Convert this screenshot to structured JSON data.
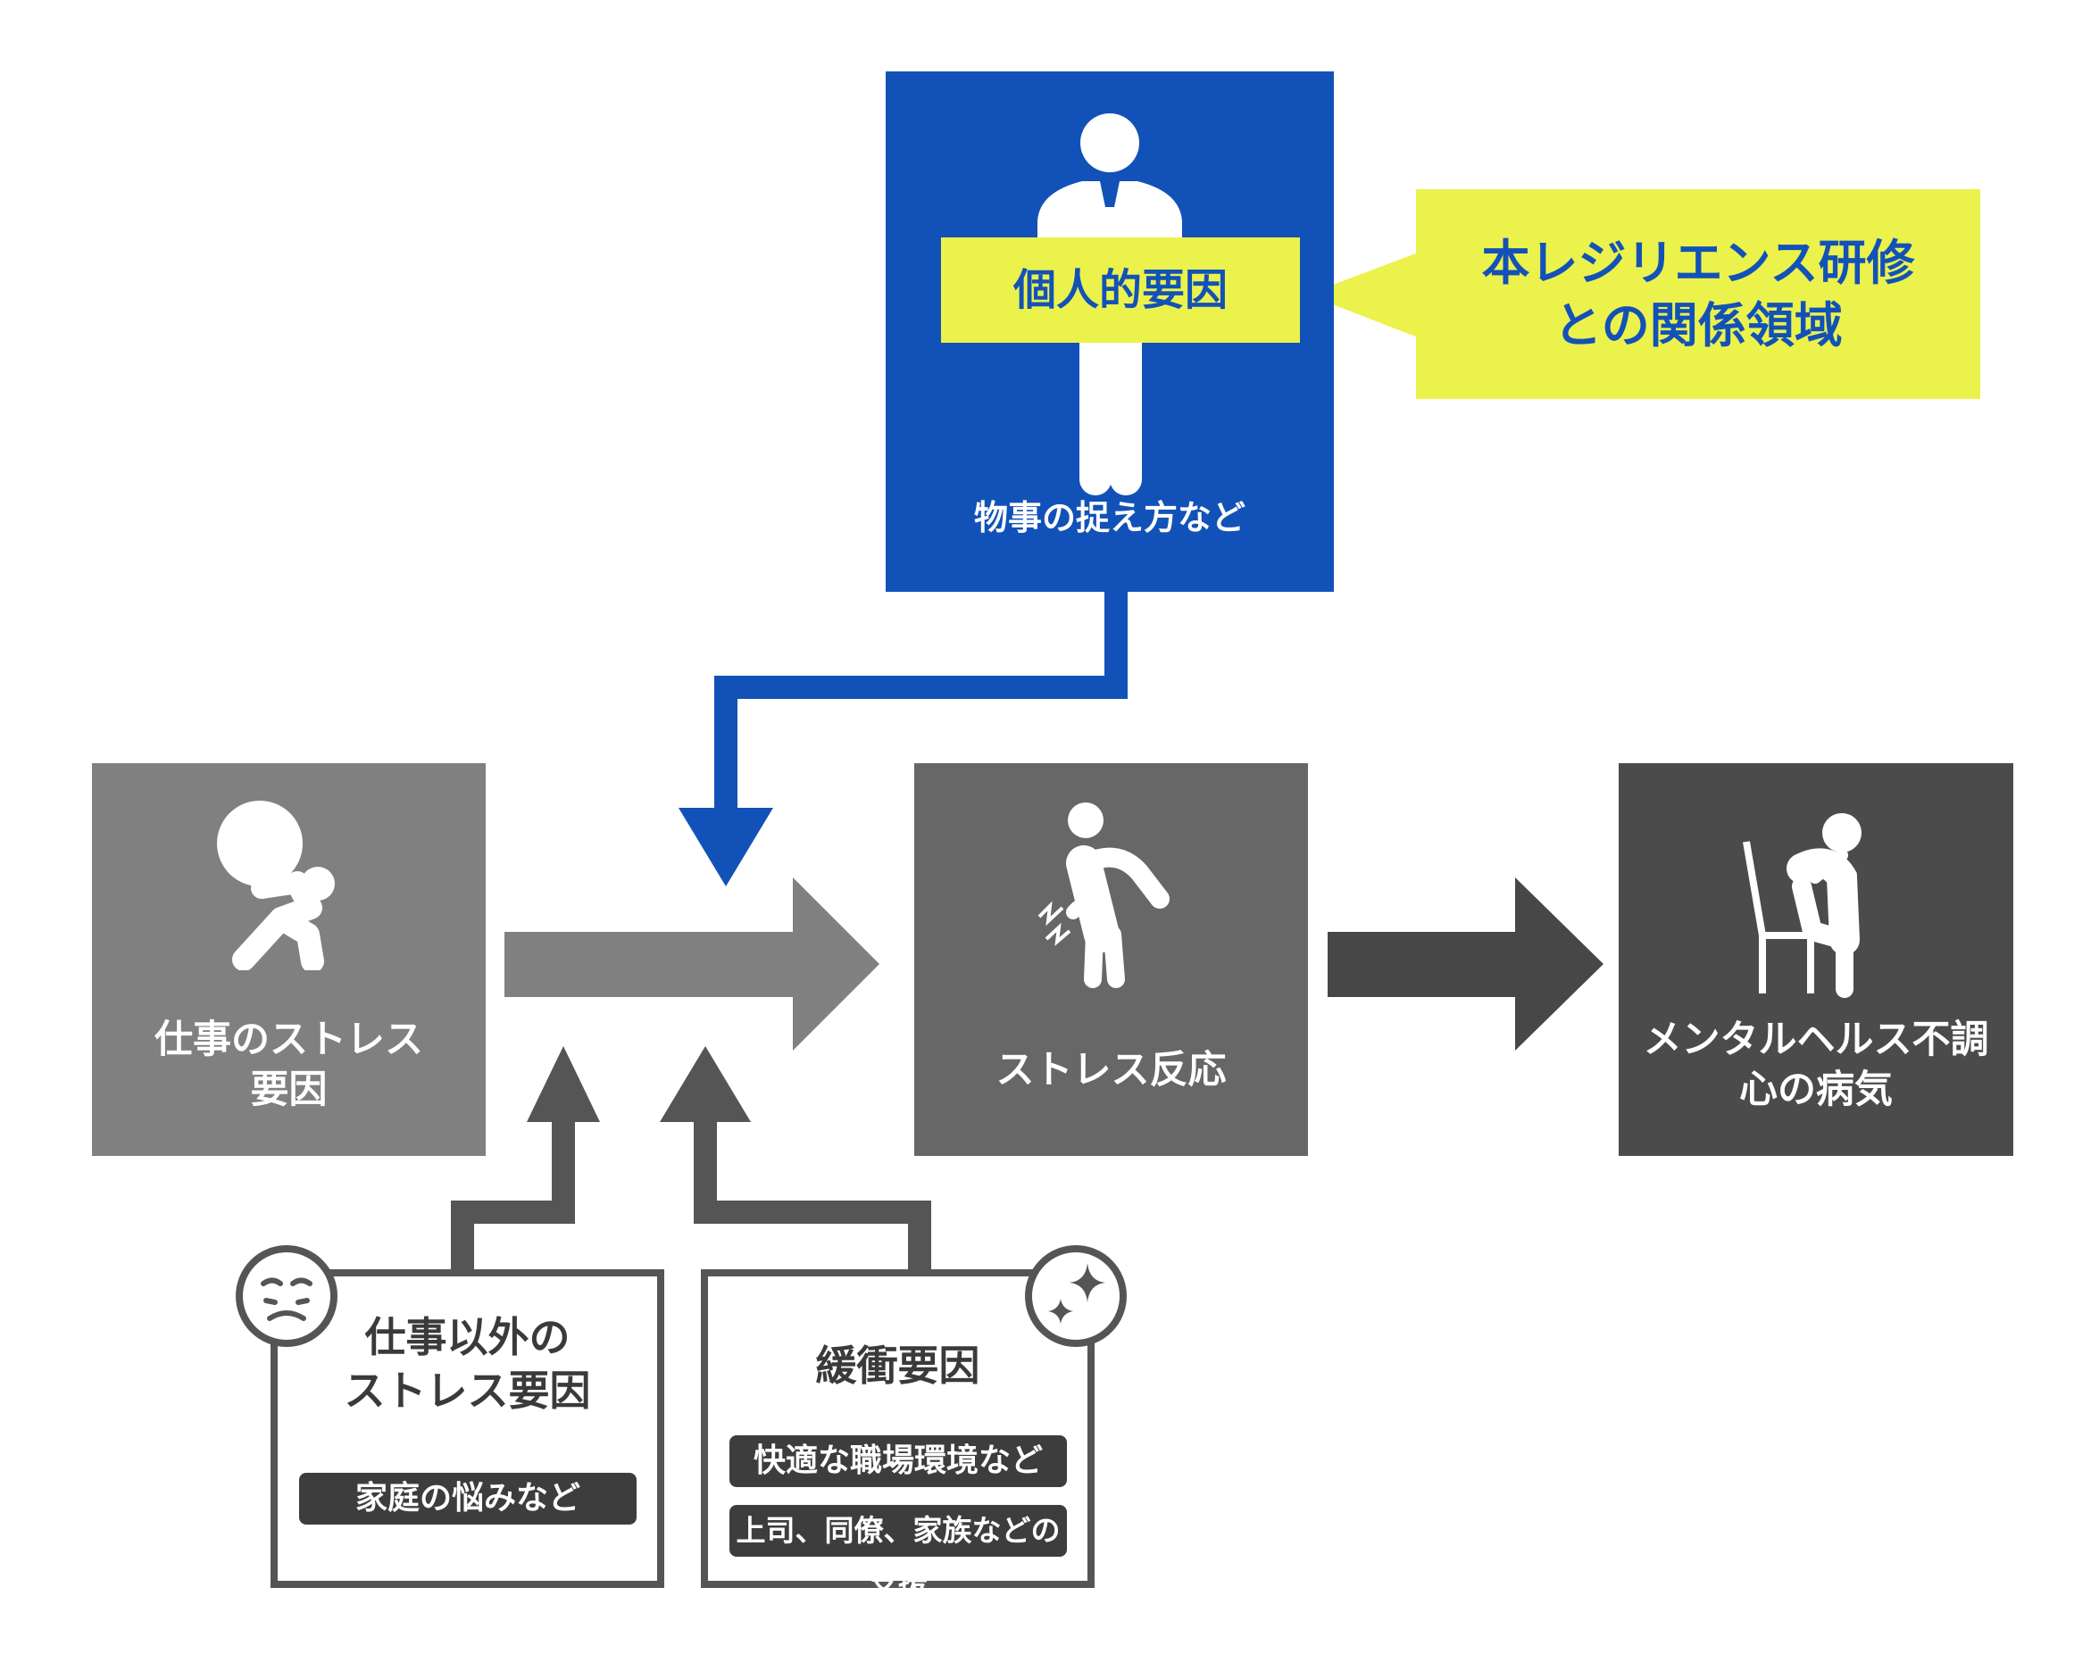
{
  "personal_factor": {
    "label": "個人的要因",
    "sublabel": "物事の捉え方など",
    "colors": {
      "box": "#1252b8",
      "label_bg": "#ecf24c",
      "label_text": "#1252b8"
    }
  },
  "callout": {
    "lines": [
      "本レジリエンス研修",
      "との関係領域"
    ],
    "colors": {
      "bg": "#ecf24c",
      "text": "#1252b8"
    }
  },
  "flow": {
    "work_stress": {
      "lines": [
        "仕事のストレス",
        "要因"
      ],
      "icon": "person-carrying-boulder-icon",
      "color": "#808080"
    },
    "stress_reaction": {
      "lines": [
        "ストレス反応"
      ],
      "icon": "person-back-pain-icon",
      "color": "#676767"
    },
    "mental_illness": {
      "lines": [
        "メンタルヘルス不調",
        "心の病気"
      ],
      "icon": "person-sitting-head-in-hands-icon",
      "color": "#4b4b4b"
    }
  },
  "non_work_stress": {
    "lines": [
      "仕事以外の",
      "ストレス要因"
    ],
    "items": [
      "家庭の悩みなど"
    ],
    "icon": "anger-face-icon"
  },
  "buffer": {
    "title": "緩衝要因",
    "items": [
      "快適な職場環境など",
      "上司、同僚、家族などの支援"
    ],
    "icon": "sparkle-icon"
  }
}
